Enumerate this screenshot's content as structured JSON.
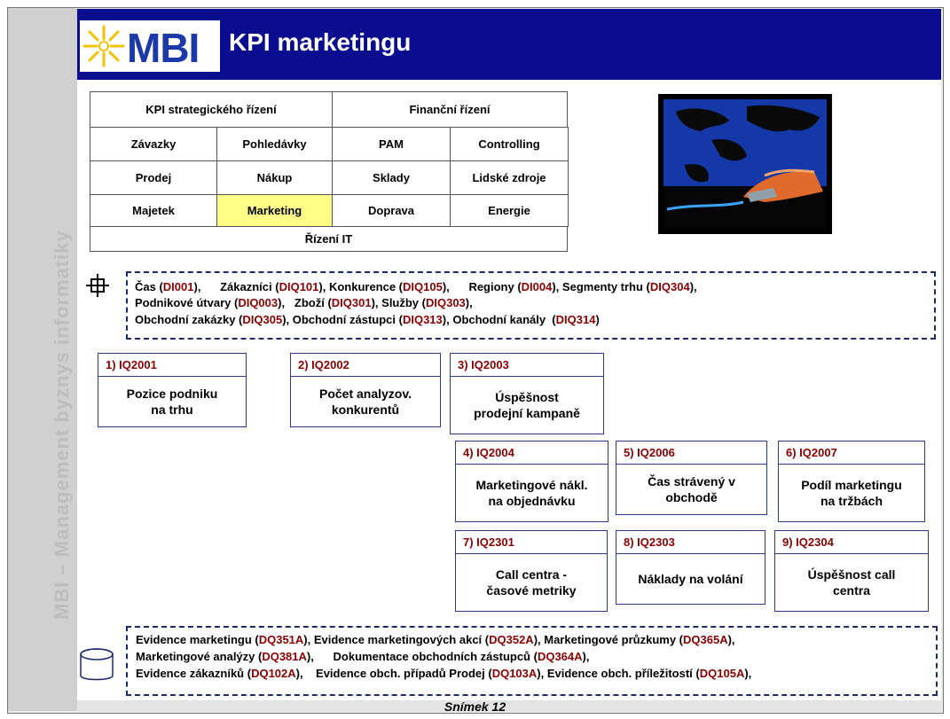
{
  "sidebar": {
    "text": "MBI – Management byznys informatiky"
  },
  "header": {
    "logo": "MBI",
    "title": "KPI marketingu"
  },
  "kpi_table": {
    "row0": [
      "KPI strategického řízení",
      "Finanční řízení"
    ],
    "row1": [
      "Závazky",
      "Pohledávky",
      "PAM",
      "Controlling"
    ],
    "row2": [
      "Prodej",
      "Nákup",
      "Sklady",
      "Lidské zdroje"
    ],
    "row3": [
      "Majetek",
      "Marketing",
      "Doprava",
      "Energie"
    ],
    "row4": [
      "Řízení IT"
    ],
    "highlighted": "Marketing",
    "highlight_color": "#ffff88"
  },
  "dimensions": {
    "icon": "crosshair-icon",
    "lines": [
      [
        {
          "t": "Čas ("
        },
        {
          "t": "DI001",
          "c": true
        },
        {
          "t": "),      Zákazníci ("
        },
        {
          "t": "DIQ101",
          "c": true
        },
        {
          "t": "), Konkurence ("
        },
        {
          "t": "DIQ105",
          "c": true
        },
        {
          "t": "),      Regiony ("
        },
        {
          "t": "DI004",
          "c": true
        },
        {
          "t": "), Segmenty trhu ("
        },
        {
          "t": "DIQ304",
          "c": true
        },
        {
          "t": "),"
        }
      ],
      [
        {
          "t": "Podnikové útvary ("
        },
        {
          "t": "DIQ003",
          "c": true
        },
        {
          "t": "),   Zboží ("
        },
        {
          "t": "DIQ301",
          "c": true
        },
        {
          "t": "), Služby ("
        },
        {
          "t": "DIQ303",
          "c": true
        },
        {
          "t": "),"
        }
      ],
      [
        {
          "t": "Obchodní zakázky ("
        },
        {
          "t": "DIQ305",
          "c": true
        },
        {
          "t": "), Obchodní zástupci ("
        },
        {
          "t": "DIQ313",
          "c": true
        },
        {
          "t": "), Obchodní kanály  ("
        },
        {
          "t": "DIQ314",
          "c": true
        },
        {
          "t": ")"
        }
      ]
    ]
  },
  "kpis": [
    {
      "id": "1) IQ2001",
      "name": "Pozice podniku\nna trhu"
    },
    {
      "id": "2) IQ2002",
      "name": "Počet analyzov.\nkonkurentů"
    },
    {
      "id": "3) IQ2003",
      "name": "Úspěšnost\nprodejní kampaně"
    },
    {
      "id": "4) IQ2004",
      "name": "Marketingové nákl.\nna objednávku"
    },
    {
      "id": "5) IQ2006",
      "name": "Čas strávený v\nobchodě"
    },
    {
      "id": "6) IQ2007",
      "name": "Podíl marketingu\nna tržbách"
    },
    {
      "id": "7) IQ2301",
      "name": "Call centra -\nčasové metriky"
    },
    {
      "id": "8) IQ2303",
      "name": "Náklady na volání"
    },
    {
      "id": "9) IQ2304",
      "name": "Úspěšnost call\ncentra"
    }
  ],
  "data_sources": {
    "icon": "database-icon",
    "lines": [
      [
        {
          "t": "Evidence marketingu ("
        },
        {
          "t": "DQ351A",
          "c": true
        },
        {
          "t": "), Evidence marketingových akcí ("
        },
        {
          "t": "DQ352A",
          "c": true
        },
        {
          "t": "), Marketingové průzkumy ("
        },
        {
          "t": "DQ365A",
          "c": true
        },
        {
          "t": "),"
        }
      ],
      [
        {
          "t": "Marketingové analýzy ("
        },
        {
          "t": "DQ381A",
          "c": true
        },
        {
          "t": "),      Dokumentace obchodních zástupců ("
        },
        {
          "t": "DQ364A",
          "c": true
        },
        {
          "t": "),"
        }
      ],
      [
        {
          "t": "Evidence zákazníků ("
        },
        {
          "t": "DQ102A",
          "c": true
        },
        {
          "t": "),    Evidence obch. případů Prodej ("
        },
        {
          "t": "DQ103A",
          "c": true
        },
        {
          "t": "), Evidence obch. příležitostí ("
        },
        {
          "t": "DQ105A",
          "c": true
        },
        {
          "t": "),"
        }
      ]
    ]
  },
  "footer": {
    "slide_label": "Snímek  12"
  },
  "colors": {
    "header_bg": "#0b0d8f",
    "code": "#8b0000",
    "border": "#2a3a8c"
  }
}
